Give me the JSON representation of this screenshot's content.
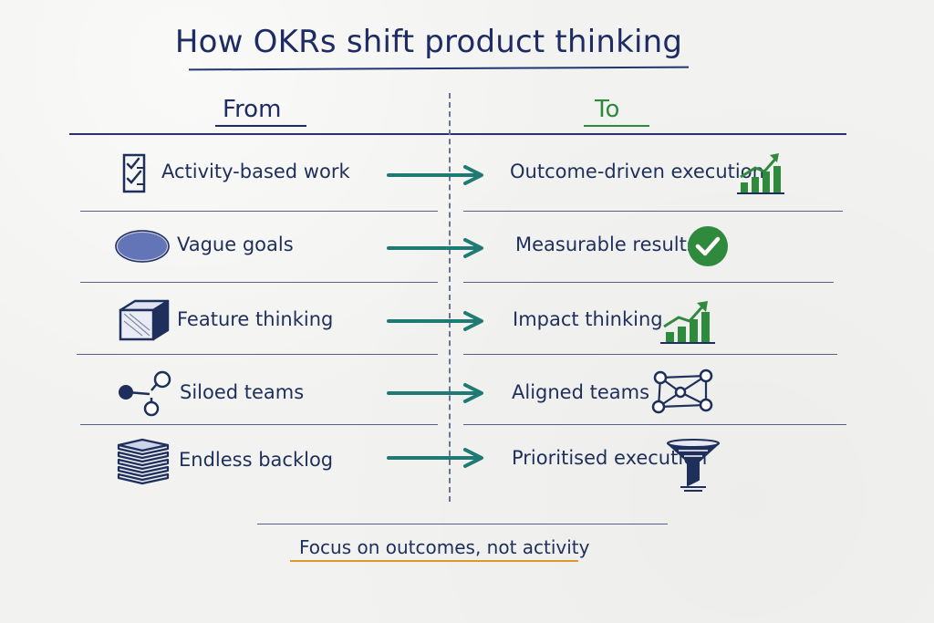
{
  "title": "How OKRs shift product thinking",
  "columns": {
    "from": "From",
    "to": "To"
  },
  "rows": [
    {
      "from": "Activity-based work",
      "to": "Outcome-driven execution",
      "from_icon": "checklist-icon",
      "to_icon": "growth-chart-icon"
    },
    {
      "from": "Vague goals",
      "to": "Measurable results",
      "from_icon": "blurry-oval-icon",
      "to_icon": "check-circle-icon"
    },
    {
      "from": "Feature thinking",
      "to": "Impact thinking",
      "from_icon": "cube-icon",
      "to_icon": "growth-chart-icon"
    },
    {
      "from": "Siloed teams",
      "to": "Aligned teams",
      "from_icon": "disconnected-nodes-icon",
      "to_icon": "connected-network-icon"
    },
    {
      "from": "Endless backlog",
      "to": "Prioritised execution",
      "from_icon": "stack-icon",
      "to_icon": "funnel-icon"
    }
  ],
  "footer": "Focus on outcomes, not activity",
  "colors": {
    "ink": "#1f2f5c",
    "arrow": "#1e7a72",
    "green": "#2f8a3e",
    "highlight": "#d99a2a"
  }
}
